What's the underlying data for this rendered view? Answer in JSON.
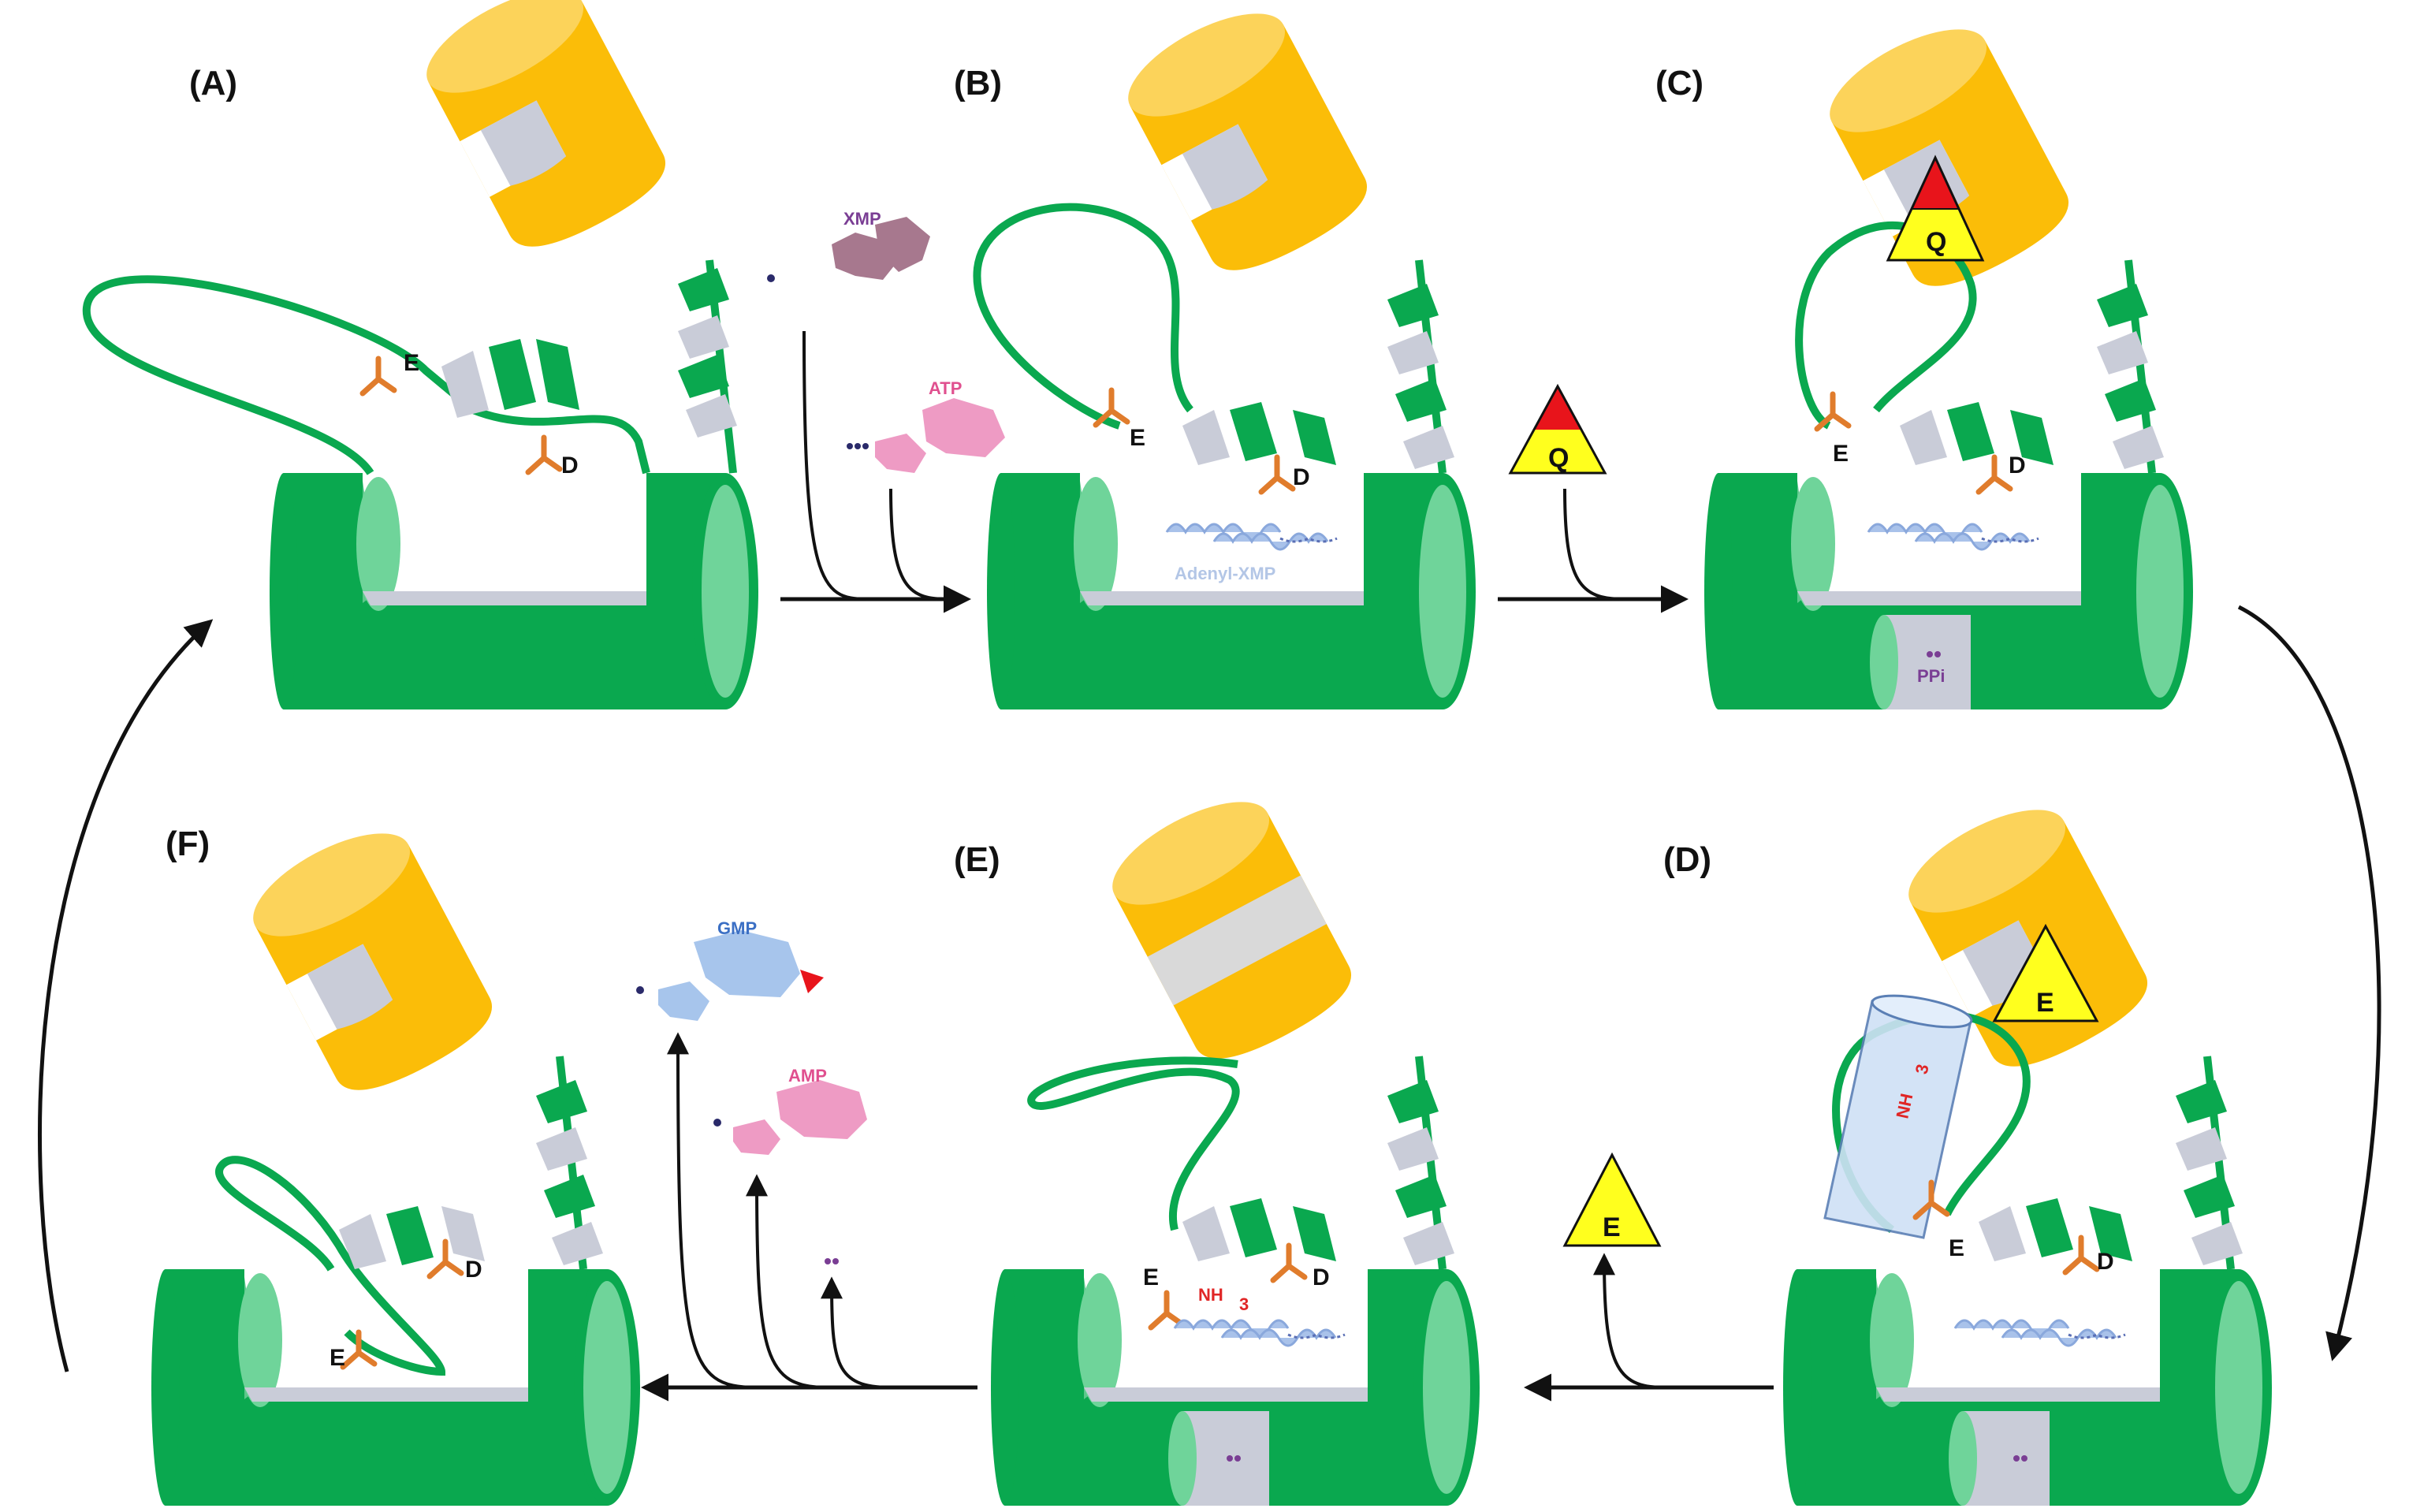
{
  "panels": [
    {
      "label": "(A)"
    },
    {
      "label": "(B)"
    },
    {
      "label": "(C)"
    },
    {
      "label": "(D)"
    },
    {
      "label": "(E)"
    },
    {
      "label": "(F)"
    }
  ],
  "residues": {
    "glu": "E",
    "asp": "D"
  },
  "molecules": {
    "xmp": "XMP",
    "atp": "ATP",
    "adenyl_xmp": "Adenyl-XMP",
    "ppi": "PPi",
    "gmp": "GMP",
    "amp": "AMP",
    "nh3_base": "NH",
    "nh3_sub": "3"
  },
  "substrates": {
    "glutamine": "Q",
    "glutamate": "E"
  },
  "colors": {
    "barrel": "#0aa84f",
    "barrel_light": "#6fd49a",
    "cylinder": "#fbbd08",
    "cylinder_light": "#fcd35a",
    "gray": "#c9ccd8",
    "residue": "#e07c2c",
    "xmp": "#a7788e",
    "atp": "#ee9bc4",
    "adenyl_xmp": "#a9c2ea",
    "gmp": "#a7c5ec",
    "amp": "#ee9bc4",
    "glutamine_top": "#e8141b",
    "triangle_fill": "#ffff1e",
    "nh3": "#e02626",
    "tunnel": "#cfe1f6"
  }
}
